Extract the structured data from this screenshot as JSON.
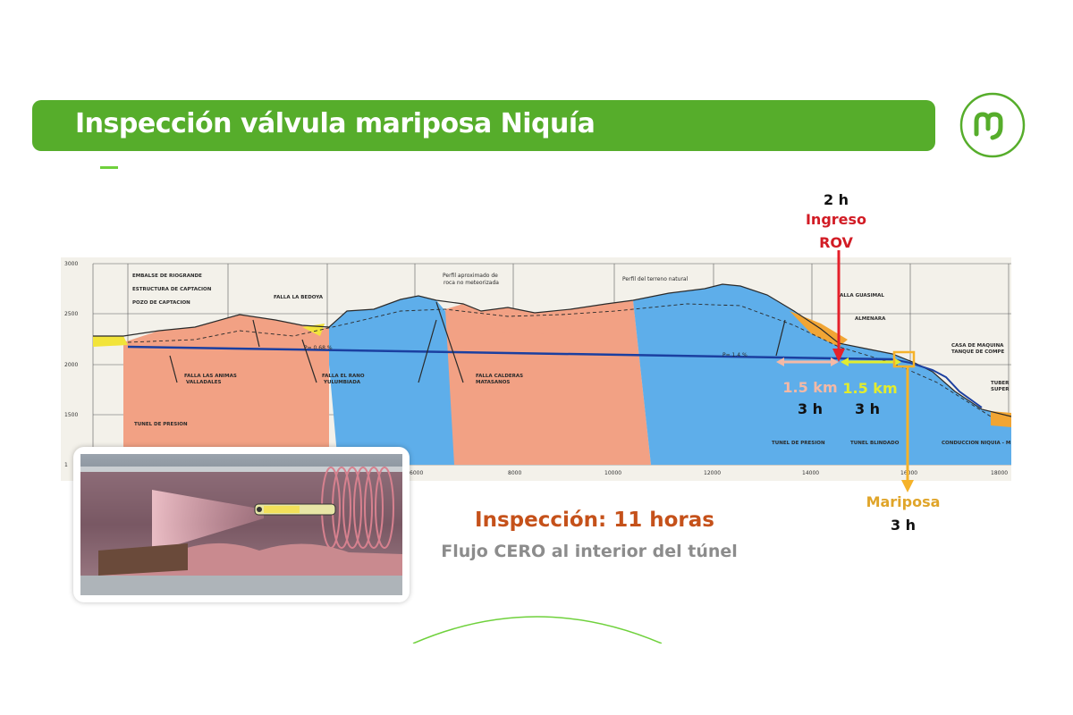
{
  "slide": {
    "title": "Inspección válvula mariposa Niquía",
    "accent_color": "#56ad2b",
    "logo_icon": "epm-swirl-logo"
  },
  "markers": {
    "rov": {
      "time": "2 h",
      "label_line1": "Ingreso",
      "label_line2": "ROV",
      "color": "#e5202a"
    },
    "segment_left": {
      "distance": "1.5 km",
      "time": "3 h",
      "color": "#f4b9a6"
    },
    "segment_right": {
      "distance": "1.5 km",
      "time": "3 h",
      "color": "#e2ec2e"
    },
    "mariposa": {
      "label": "Mariposa",
      "time": "3 h",
      "color": "#f5b229"
    }
  },
  "summary": {
    "headline": "Inspección: 11 horas",
    "headline_color": "#c5511a",
    "subline": "Flujo CERO al interior del túnel"
  },
  "profile": {
    "y_ticks": [
      "3000",
      "2500",
      "2000",
      "1500",
      "1"
    ],
    "x_ticks": [
      "6000",
      "8000",
      "10000",
      "12000",
      "14000",
      "16000",
      "18000"
    ],
    "annotations": {
      "embalse": "EMBALSE DE RIOGRANDE",
      "captacion": "ESTRUCTURA DE CAPTACION",
      "pozo": "POZO DE CAPTACION",
      "bedoya": "FALLA LA BEDOYA",
      "perfil_roca_1": "Perfil aproximado de",
      "perfil_roca_2": "roca no meteorizada",
      "perfil_terreno": "Perfil del terreno natural",
      "guasimal": "FALLA GUASIMAL",
      "almenara": "ALMENARA",
      "casa_1": "CASA DE MAQUINA",
      "casa_2": "TANQUE DE COMPE",
      "animas_1": "FALLA LAS ANIMAS",
      "animas_2": "VALLADALES",
      "rano_1": "FALLA EL RANO",
      "rano_2": "YULUMBIADA",
      "calderas_1": "FALLA CALDERAS",
      "calderas_2": "MATASANOS",
      "tuberia_1": "TUBER",
      "tuberia_2": "SUPER",
      "slope_1": "P= 0.68 %",
      "slope_2": "P= 1.4 %",
      "tunel_presion_left": "TUNEL DE PRESION",
      "tunel_presion": "TUNEL DE PRESION",
      "tunel_blindado": "TUNEL BLINDADO",
      "conduccion": "CONDUCCION NIQUIA - M"
    }
  }
}
